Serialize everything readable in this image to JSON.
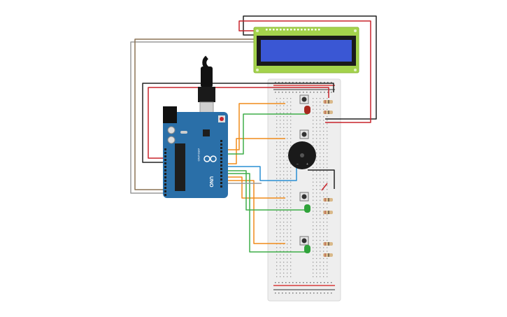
{
  "arduino": {
    "model_label": "UNO",
    "brand_label": "ARDUINO",
    "color": "#2a6fa8"
  },
  "lcd": {
    "bezel_color": "#a4d34c",
    "screen_color": "#3a57d4"
  },
  "breadboard": {
    "color": "#eeeeee",
    "rail_red": "#d93b3b",
    "rail_black": "#333333"
  },
  "wire_colors": {
    "red": "#c9242b",
    "black": "#222222",
    "orange": "#f08c1a",
    "green": "#3fae49",
    "blue": "#2a8fd3",
    "brown": "#8b7355",
    "gray": "#9a9a9a"
  },
  "components": {
    "leds": [
      {
        "color": "#a8281e"
      },
      {
        "color": "#2fa33a"
      },
      {
        "color": "#2fa33a"
      }
    ],
    "buzzer": {
      "color": "#1a1a1a"
    },
    "buttons": 4
  }
}
